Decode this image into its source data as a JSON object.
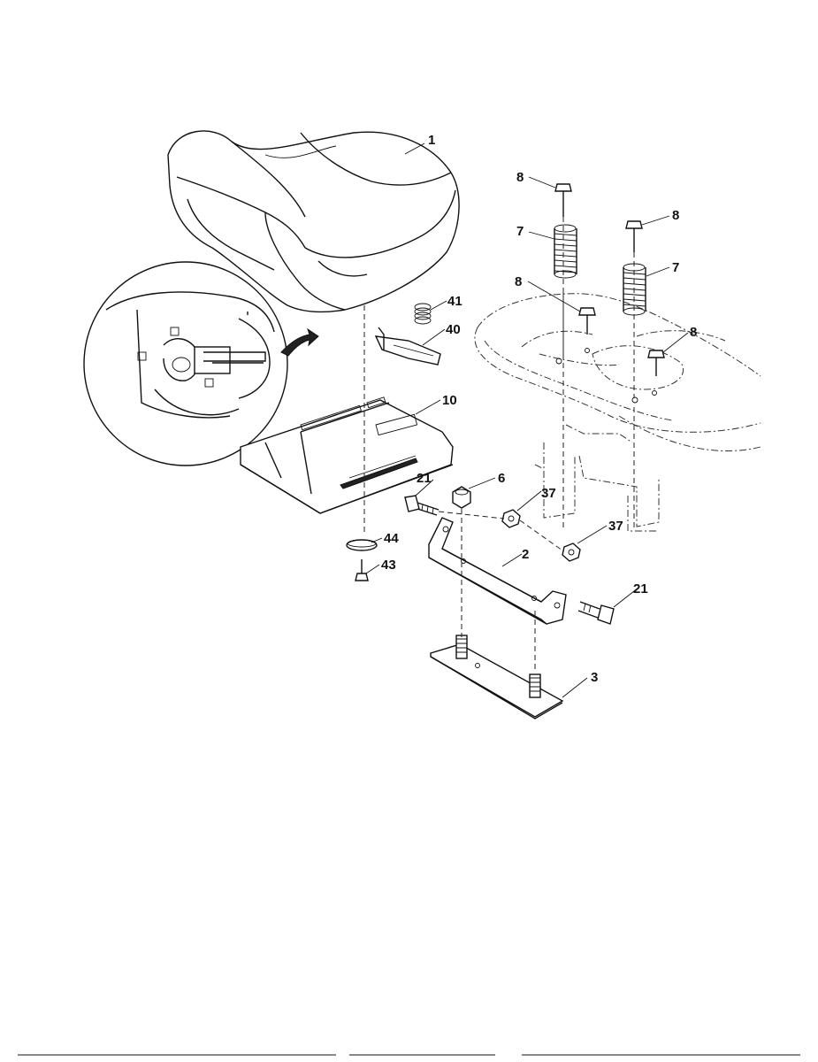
{
  "callouts": {
    "c1": "1",
    "c8a": "8",
    "c8b": "8",
    "c8c": "8",
    "c8d": "8",
    "c7a": "7",
    "c7b": "7",
    "c41": "41",
    "c40": "40",
    "c10": "10",
    "c21a": "21",
    "c6": "6",
    "c37a": "37",
    "c37b": "37",
    "c2": "2",
    "c21b": "21",
    "c44": "44",
    "c43": "43",
    "c3": "3"
  }
}
